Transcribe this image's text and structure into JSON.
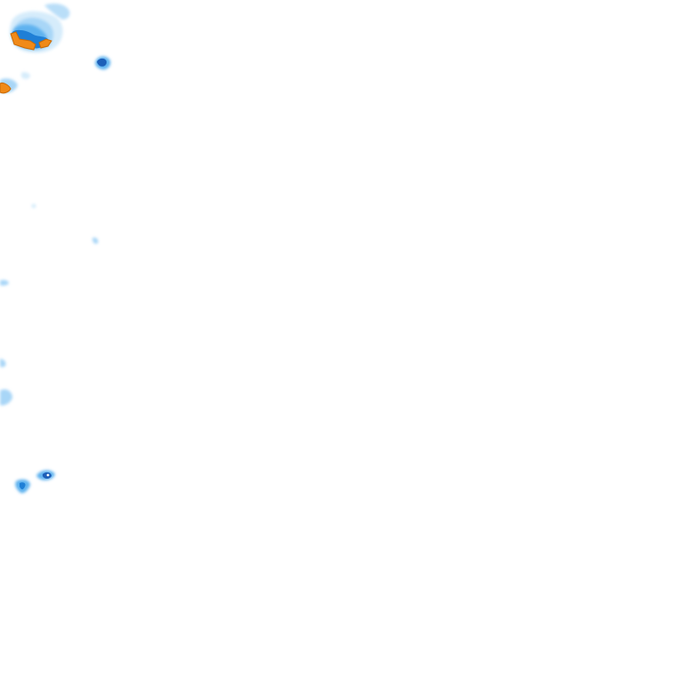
{
  "map": {
    "type": "radar-precipitation-tile",
    "background_color": "#ffffff",
    "legend_visible": false,
    "labels_visible": false
  },
  "palette": {
    "very_light": "#d6ecfb",
    "light": "#a8d6f7",
    "medium": "#5fb2ef",
    "strong": "#1f7fd6",
    "heavy": "#1d5fb8",
    "intense": "#f08a18",
    "intense_outline": "#c96a06"
  },
  "precipitation_cells": [
    {
      "name": "cell-northwest-cluster",
      "intensity": "intense"
    },
    {
      "name": "cell-northwest-edge",
      "intensity": "intense"
    },
    {
      "name": "cell-north-small",
      "intensity": "heavy"
    },
    {
      "name": "cell-west-faint-1",
      "intensity": "very_light"
    },
    {
      "name": "cell-west-faint-2",
      "intensity": "very_light"
    },
    {
      "name": "cell-west-faint-3",
      "intensity": "light"
    },
    {
      "name": "cell-west-faint-4",
      "intensity": "light"
    },
    {
      "name": "cell-west-faint-5",
      "intensity": "light"
    },
    {
      "name": "cell-southwest-1",
      "intensity": "strong"
    },
    {
      "name": "cell-southwest-2",
      "intensity": "heavy"
    }
  ]
}
